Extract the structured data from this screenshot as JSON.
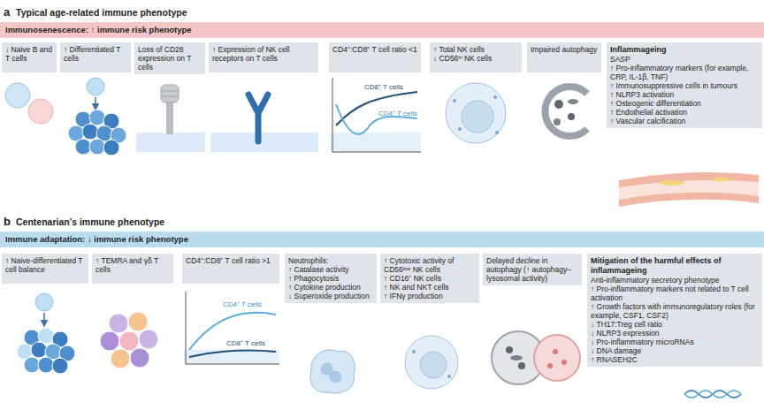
{
  "diagram": {
    "nodes": [
      {
        "text": [
          "Immunosenescence: ↑ immune risk phenotype"
        ]
      },
      {
        "text": [
          "↓ Naive B and T cells"
        ]
      },
      {
        "text": [
          "↑ Differentiated T cells"
        ]
      },
      {
        "text": [
          "Loss of CD28 expression on T cells"
        ]
      },
      {
        "text": [
          "↑ Expression of NK cell receptors on T cells"
        ]
      },
      {
        "text": [
          "CD4⁺:CD8⁺ T cell ratio <1"
        ]
      },
      {
        "text": [
          "↑ Total NK cells",
          "↓ CD56ʰⁱ NK cells"
        ]
      },
      {
        "text": [
          "Impaired autophagy"
        ]
      },
      {
        "text": [
          "Inflammageing",
          "SASP",
          "↑ Pro-inflammatory markers (for example, CRP, IL-1β, TNF)",
          "↑ Immunosuppressive cells in tumours",
          "↑ NLRP3 activation",
          "↑ Osteogenic differentiation",
          "↑ Endothelial activation",
          "↑ Vascular calcification"
        ]
      },
      {
        "text": [
          "Immune adaptation: ↓ immune risk phenotype"
        ]
      },
      {
        "text": [
          "↑ Naive-differentiated T cell balance"
        ]
      },
      {
        "text": [
          "↑ TEMRA and γδ T cells"
        ]
      },
      {
        "text": [
          "CD4⁺:CD8⁺ T cell ratio >1"
        ]
      },
      {
        "text": [
          "Neutrophils:",
          "↑ Catalase activity",
          "↑ Phagocytosis",
          "↑ Cytokine production",
          "↓ Superoxide production"
        ]
      },
      {
        "text": [
          "↑ Cytotoxic activity of CD56ˡᵒʷ NK cells",
          "↑ CD16⁺ NK cells",
          "↑ NK and NKT cells",
          "↑ IFNγ production"
        ]
      },
      {
        "text": [
          "Delayed decline in autophagy (↑ autophagy–lysosomal activity)"
        ]
      },
      {
        "text": [
          "Mitigation of the harmful effects of inflammageing",
          "Anti-inflammatory secretory phenotype",
          "↑ Pro-inflammatory markers not related to T cell activation",
          "↑ Growth factors with immunoregulatory roles (for example, CSF1, CSF2)",
          "↓ TH17:Treg cell ratio",
          "↓ NLRP3 expression",
          "↓ Pro-inflammatory microRNAs",
          "↓ DNA damage",
          "↑ RNASEH2C"
        ]
      }
    ],
    "labels": [
      "a",
      "Typical age-related immune phenotype",
      "CD8⁺ T cells",
      "CD4⁺ T cells",
      "b",
      "Centenarian's immune phenotype",
      "CD4⁺ T cells",
      "CD8⁺ T cells"
    ]
  }
}
